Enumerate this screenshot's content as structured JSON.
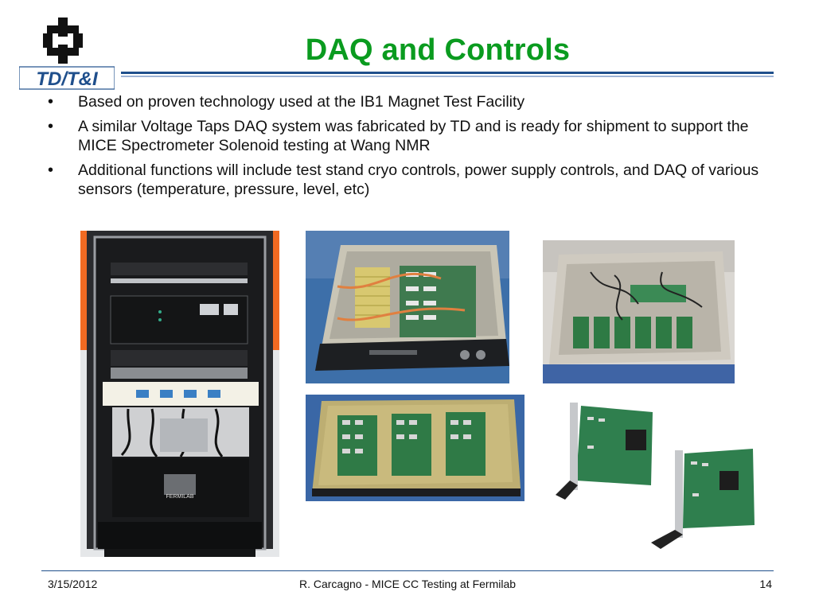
{
  "slide": {
    "title": "DAQ and Controls",
    "logo_text": "TD/T&I",
    "bullets": [
      "Based on proven technology used at the IB1 Magnet Test Facility",
      "A similar Voltage Taps DAQ system was fabricated by TD and is ready for shipment to support the MICE Spectrometer Solenoid testing at Wang NMR",
      "Additional functions will include test stand cryo controls, power supply controls, and DAQ of various sensors (temperature, pressure, level, etc)"
    ],
    "rack_label": "FERMILAB"
  },
  "footer": {
    "date": "3/15/2012",
    "center": "R. Carcagno - MICE CC Testing at Fermilab",
    "page": "14"
  },
  "colors": {
    "title": "#0a9b1f",
    "rule": "#1f4f8c",
    "logo": "#111111",
    "logo_text": "#1f4f8c"
  },
  "icons": [
    "fermilab-logo-icon"
  ]
}
